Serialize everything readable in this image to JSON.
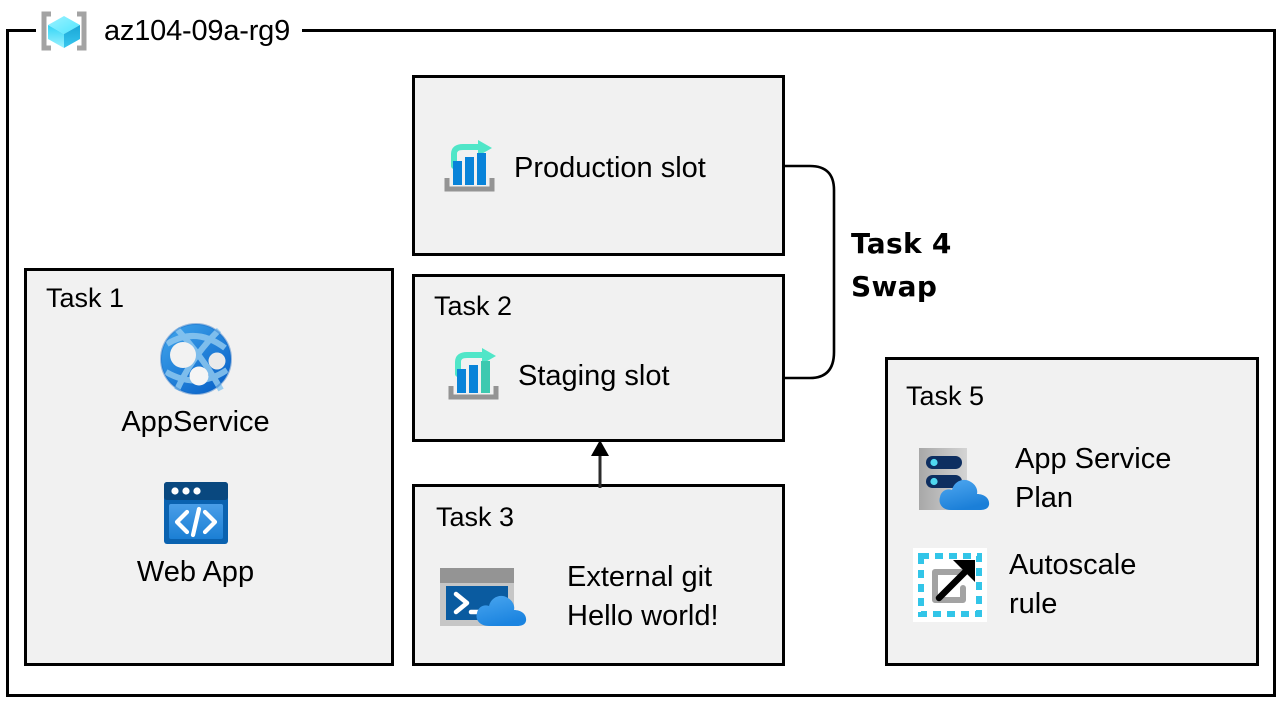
{
  "diagram": {
    "resource_group": {
      "name": "az104-09a-rg9",
      "icon": "resource-group-cube-icon"
    },
    "boxes": {
      "production": {
        "item_label": "Production slot",
        "icon": "deployment-slot-icon"
      },
      "task1": {
        "label": "Task 1",
        "items": [
          {
            "label": "AppService",
            "icon": "app-service-globe-icon"
          },
          {
            "label": "Web App",
            "icon": "web-app-browser-code-icon"
          }
        ]
      },
      "task2": {
        "label": "Task 2",
        "item_label": "Staging slot",
        "icon": "deployment-slot-staging-icon"
      },
      "task3": {
        "label": "Task 3",
        "item_label": "External git\nHello world!",
        "icon": "cloud-shell-terminal-icon"
      },
      "task5": {
        "label": "Task 5",
        "items": [
          {
            "label": "App Service\nPlan",
            "icon": "app-service-plan-server-cloud-icon"
          },
          {
            "label": "Autoscale\nrule",
            "icon": "autoscale-rule-arrow-icon"
          }
        ]
      }
    },
    "connectors": {
      "swap": {
        "label": "Task 4\nSwap",
        "icon": "swap-bracket-connector"
      },
      "deploy_arrow": {
        "icon": "up-arrow-icon"
      }
    },
    "colors": {
      "box_fill": "#f1f1f1",
      "box_border": "#000000",
      "page_background": "#ffffff",
      "azure_blue": "#0078d4",
      "azure_teal": "#50e6c8",
      "cyan": "#32d4f5",
      "navy": "#003067",
      "gray": "#949494"
    }
  }
}
